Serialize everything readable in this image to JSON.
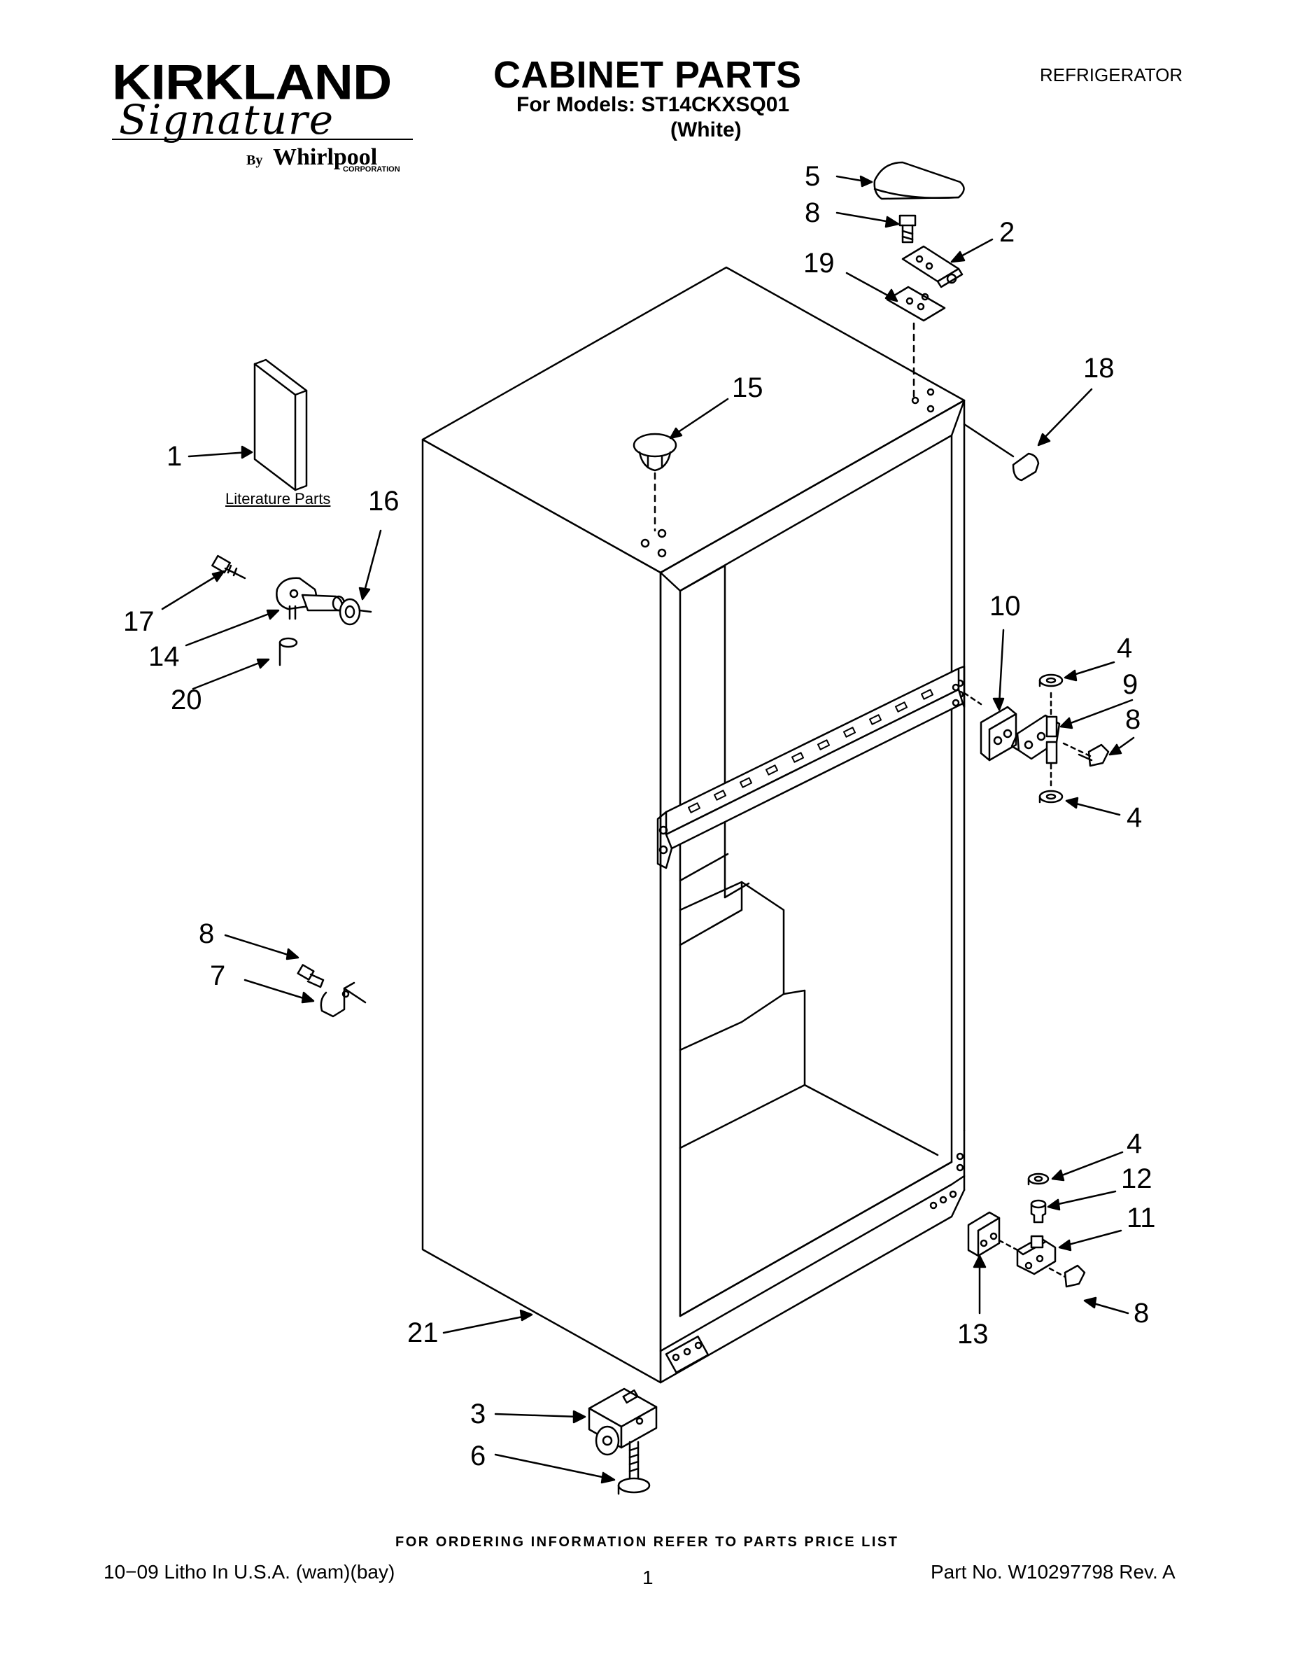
{
  "header": {
    "brand": "KIRKLAND",
    "brand_script": "Signature",
    "by_label": "By",
    "manufacturer": "Whirlpool",
    "manufacturer_suffix": "CORPORATION",
    "title": "CABINET PARTS",
    "models_line": "For Models: ST14CKXSQ01",
    "color_line": "(White)",
    "category": "REFRIGERATOR"
  },
  "callouts": [
    "5",
    "8",
    "2",
    "19",
    "18",
    "15",
    "1",
    "16",
    "17",
    "14",
    "20",
    "10",
    "4",
    "9",
    "8",
    "4",
    "8",
    "7",
    "4",
    "12",
    "11",
    "21",
    "13",
    "8",
    "3",
    "6"
  ],
  "literature_label": "Literature Parts",
  "footer": {
    "order_note": "FOR ORDERING INFORMATION REFER TO PARTS PRICE LIST",
    "print_info": "10−09 Litho In U.S.A. (wam)(bay)",
    "page": "1",
    "part_no": "Part No. W10297798 Rev. A"
  }
}
